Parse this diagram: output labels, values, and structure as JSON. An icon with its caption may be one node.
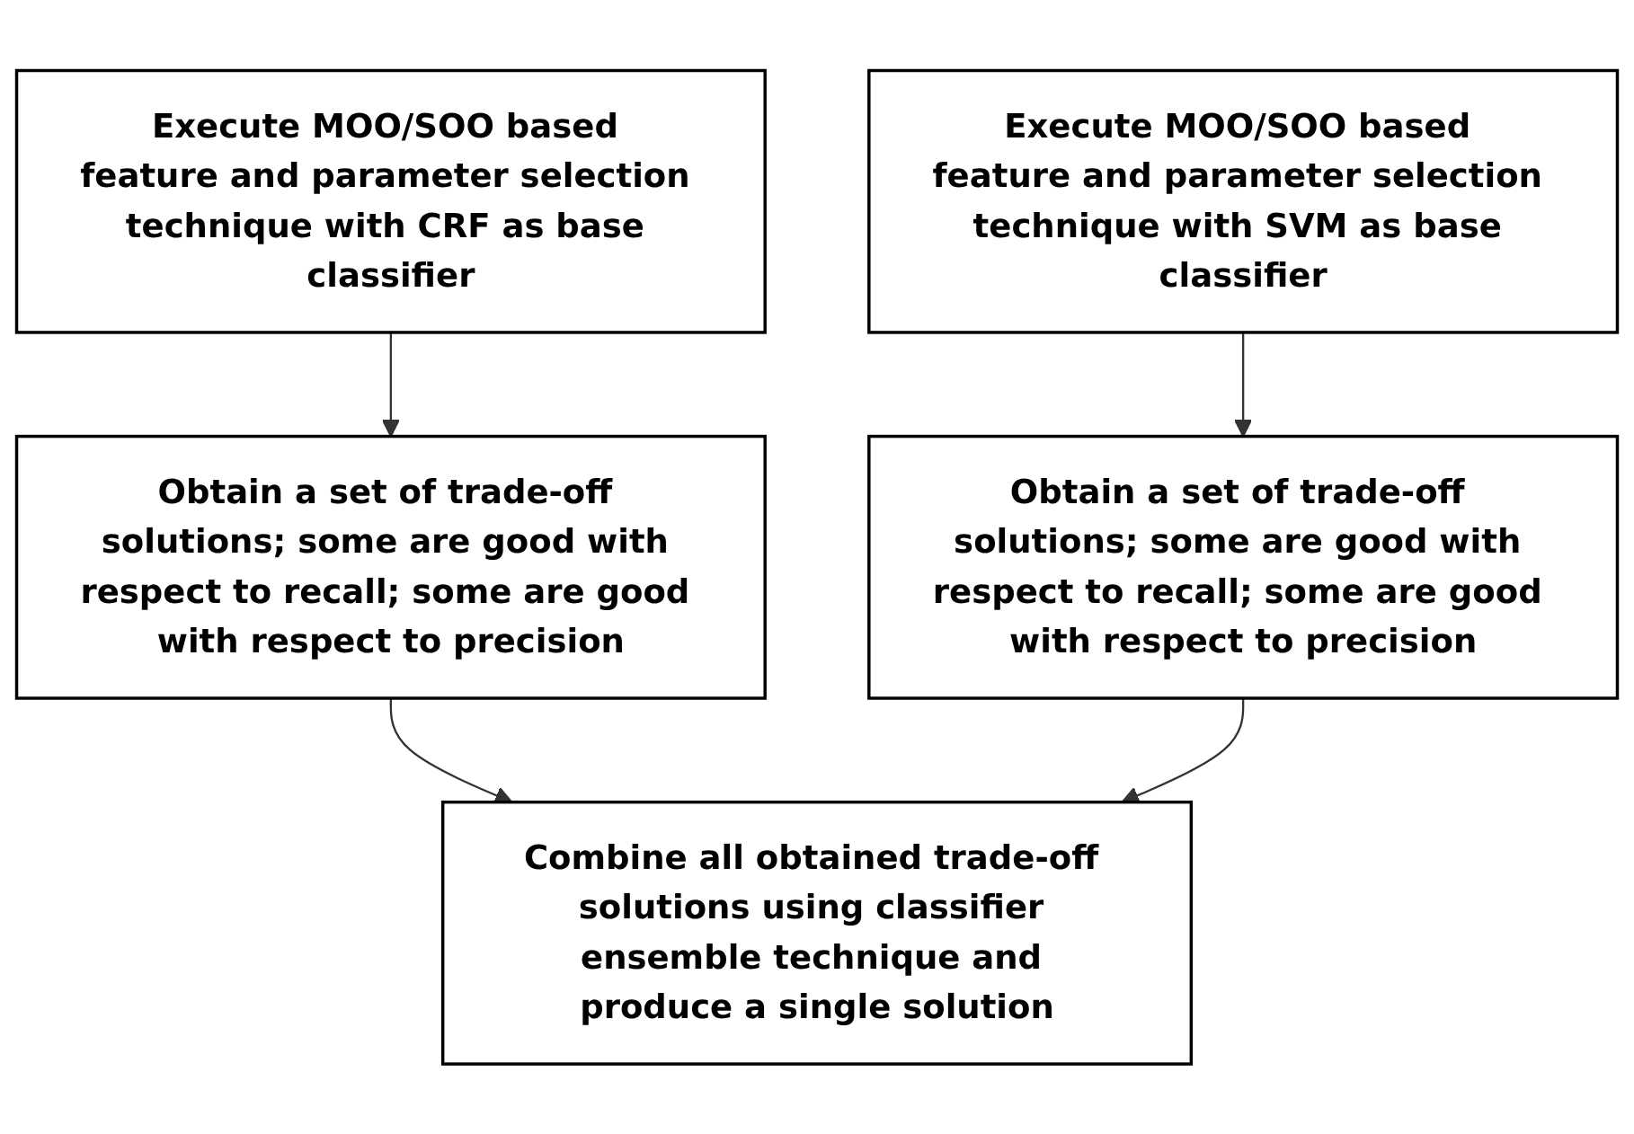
{
  "diagram": {
    "nodes": [
      {
        "text": [
          "Execute MOO/SOO based feature and parameter selection technique with CRF as base classifier"
        ]
      },
      {
        "text": [
          "Execute MOO/SOO based feature and parameter selection technique with SVM as base classifier"
        ]
      },
      {
        "text": [
          "Obtain a set of trade-off solutions; some are good with respect to recall; some are good with respect to precision"
        ]
      },
      {
        "text": [
          "Obtain a set of trade-off solutions; some are good with respect to recall; some are good with respect to precision"
        ]
      },
      {
        "text": [
          "Combine all obtained trade-off solutions using classifier ensemble technique and produce a single solution"
        ]
      }
    ],
    "edges": [
      {
        "from": 0,
        "to": 2,
        "arrow": "to"
      },
      {
        "from": 1,
        "to": 3,
        "arrow": "to"
      },
      {
        "from": 2,
        "to": 4,
        "arrow": "to"
      },
      {
        "from": 3,
        "to": 4,
        "arrow": "to"
      }
    ]
  }
}
